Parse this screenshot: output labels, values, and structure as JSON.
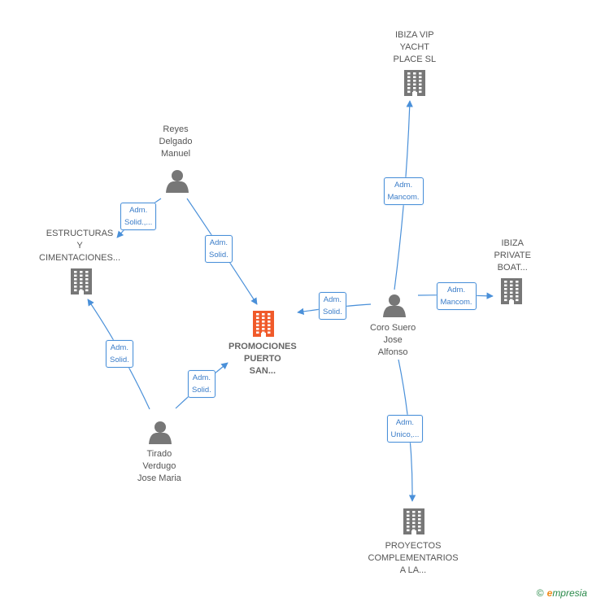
{
  "colors": {
    "edge": "#4a90d9",
    "node_gray": "#777777",
    "node_main": "#f05a2a"
  },
  "nodes": [
    {
      "id": "ibiza-vip",
      "type": "company",
      "label": "IBIZA VIP\nYACHT\nPLACE  SL"
    },
    {
      "id": "reyes",
      "type": "person",
      "label": "Reyes\nDelgado\nManuel"
    },
    {
      "id": "estructuras",
      "type": "company",
      "label": "ESTRUCTURAS\nY\nCIMENTACIONES..."
    },
    {
      "id": "ibiza-private",
      "type": "company",
      "label": "IBIZA\nPRIVATE\nBOAT..."
    },
    {
      "id": "promociones",
      "type": "company-main",
      "label": "PROMOCIONES\nPUERTO\nSAN..."
    },
    {
      "id": "coro",
      "type": "person",
      "label": "Coro Suero\nJose\nAlfonso"
    },
    {
      "id": "tirado",
      "type": "person",
      "label": "Tirado\nVerdugo\nJose Maria"
    },
    {
      "id": "proyectos",
      "type": "company",
      "label": "PROYECTOS\nCOMPLEMENTARIOS\nA LA..."
    }
  ],
  "edges": [
    {
      "from": "reyes",
      "to": "estructuras",
      "label": "Adm.\nSolid.,..."
    },
    {
      "from": "reyes",
      "to": "promociones",
      "label": "Adm.\nSolid."
    },
    {
      "from": "tirado",
      "to": "estructuras",
      "label": "Adm.\nSolid."
    },
    {
      "from": "tirado",
      "to": "promociones",
      "label": "Adm.\nSolid."
    },
    {
      "from": "coro",
      "to": "promociones",
      "label": "Adm.\nSolid."
    },
    {
      "from": "coro",
      "to": "ibiza-vip",
      "label": "Adm.\nMancom."
    },
    {
      "from": "coro",
      "to": "ibiza-private",
      "label": "Adm.\nMancom."
    },
    {
      "from": "coro",
      "to": "proyectos",
      "label": "Adm.\nUnico,..."
    }
  ],
  "brand": {
    "copyright": "©",
    "first": "e",
    "rest": "mpresia"
  }
}
